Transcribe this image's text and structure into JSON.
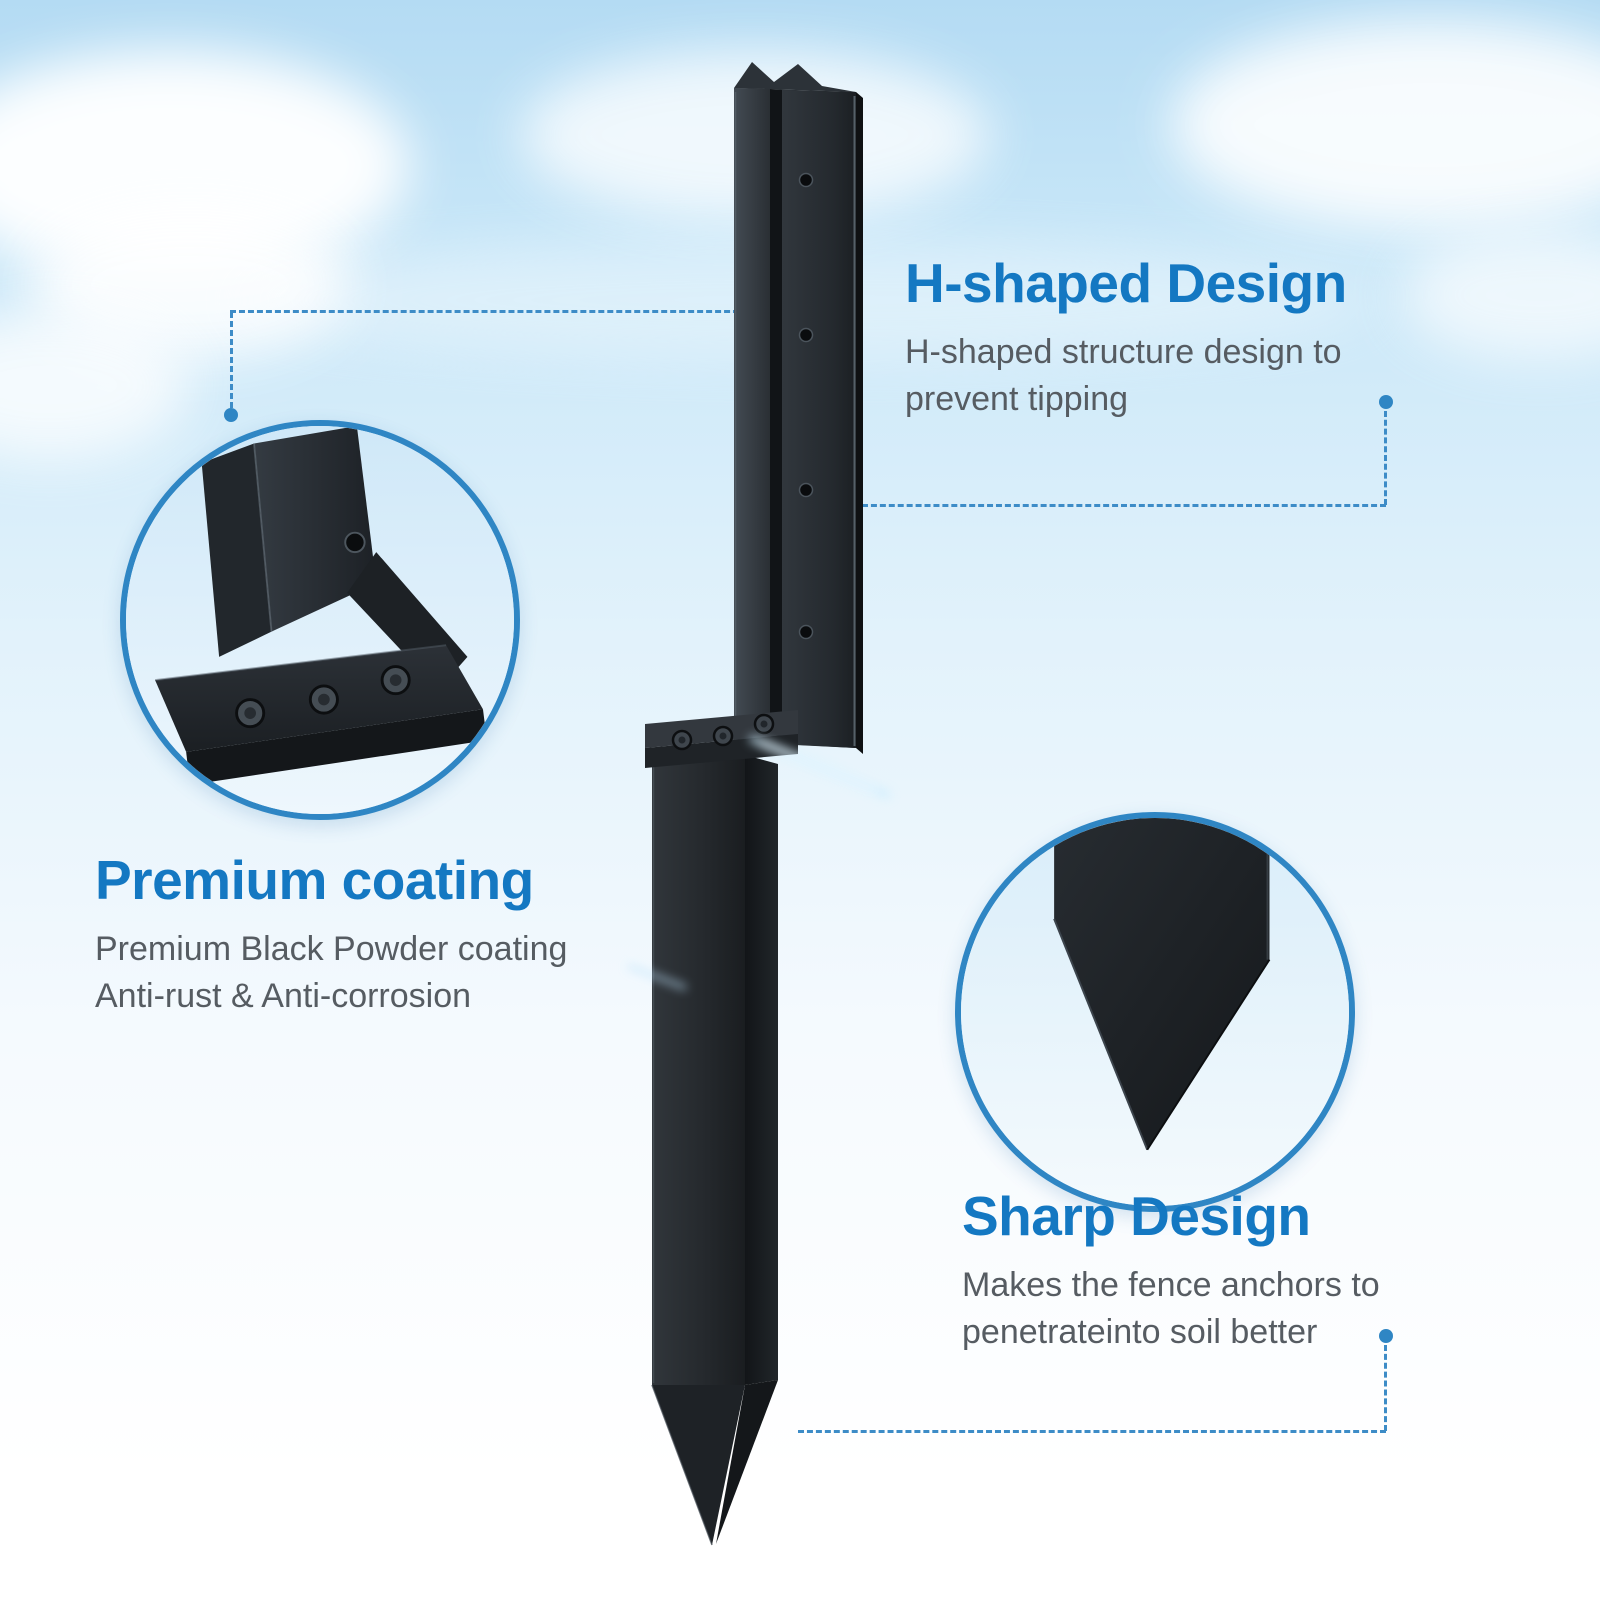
{
  "colors": {
    "accent_blue": "#1478c2",
    "connector_blue": "#3d8cc7",
    "body_text_gray": "#565c62",
    "product_black": "#23272b",
    "sky_blue": "#b4dbf3"
  },
  "features": {
    "h_shaped": {
      "title": "H-shaped Design",
      "description_line1": "H-shaped structure design to",
      "description_line2": "prevent tipping"
    },
    "premium_coating": {
      "title": "Premium coating",
      "description_line1": "Premium Black Powder coating",
      "description_line2": "Anti-rust & Anti-corrosion"
    },
    "sharp_design": {
      "title": "Sharp Design",
      "description_line1": "Makes the fence anchors to",
      "description_line2": "penetrateinto soil better"
    }
  }
}
